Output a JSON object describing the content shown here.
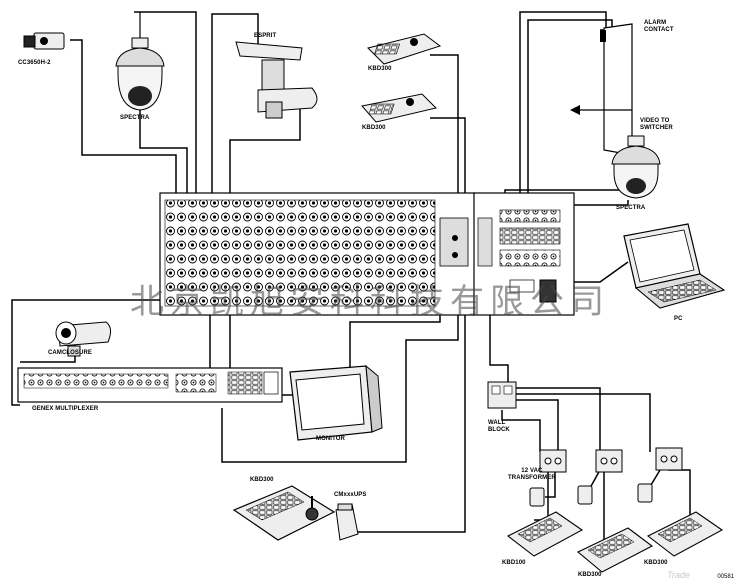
{
  "labels": {
    "cc_camera": "CC3650H-2",
    "spectra_top": "SPECTRA",
    "esprit": "ESPRIT",
    "kbd_top1": "KBD300",
    "kbd_top2": "KBD300",
    "alarm_contact": "ALARM\nCONTACT",
    "video_to_switcher": "VIDEO TO\nSWITCHER",
    "spectra_right": "SPECTRA",
    "pc": "PC",
    "camclosure": "CAMCLOSURE",
    "genex_multiplexer": "GENEX MULTIPLEXER",
    "monitor": "MONITOR",
    "wall_block": "WALL\nBLOCK",
    "transformer": "12 VAC\nTRANSFORMER",
    "kbd_bottom_center": "KBD300",
    "cmupsul": "CMxxxUPS",
    "kbd_bottom1": "KBD100",
    "kbd_bottom2": "KBD300",
    "kbd_bottom3": "KBD300",
    "figure_code": "00581"
  },
  "watermark": "北京凯旭安科科技有限公司",
  "watermark_en": "Trade",
  "colors": {
    "line": "#000000",
    "equipment": "#e8e8e8",
    "background": "#ffffff"
  }
}
